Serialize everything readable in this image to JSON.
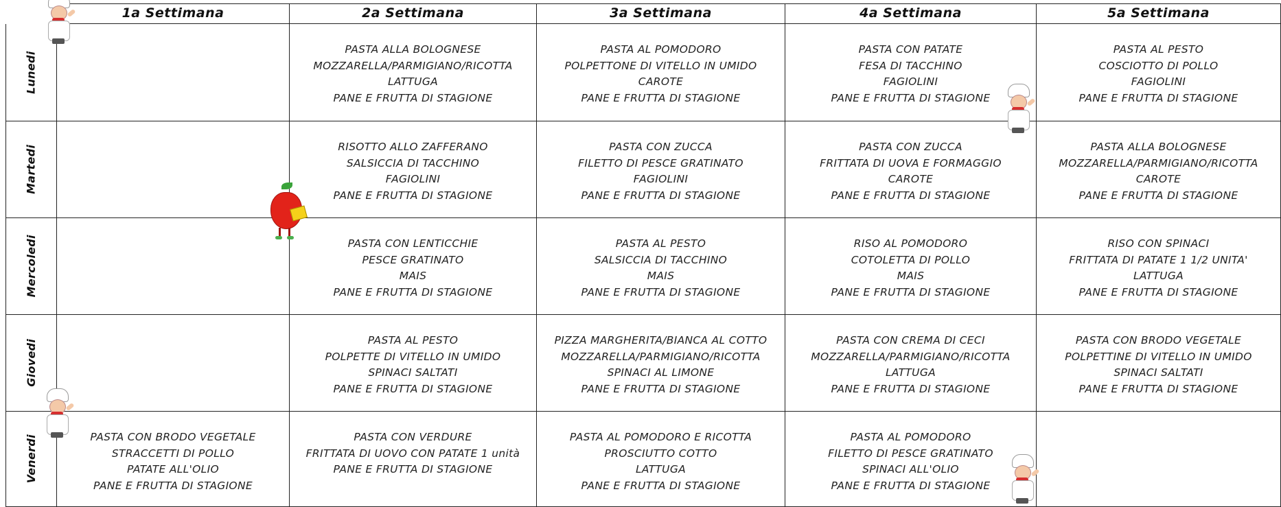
{
  "header": {
    "weeks": [
      "1a Settimana",
      "2a Settimana",
      "3a Settimana",
      "4a Settimana",
      "5a Settimana"
    ]
  },
  "days": [
    {
      "label": "Lunedi",
      "meals": [
        [],
        [
          "PASTA ALLA BOLOGNESE",
          "MOZZARELLA/PARMIGIANO/RICOTTA",
          "LATTUGA",
          "PANE E FRUTTA DI STAGIONE"
        ],
        [
          "PASTA AL POMODORO",
          "POLPETTONE DI VITELLO IN UMIDO",
          "CAROTE",
          "PANE E FRUTTA DI STAGIONE"
        ],
        [
          "PASTA CON PATATE",
          "FESA DI TACCHINO",
          "FAGIOLINI",
          "PANE E FRUTTA DI STAGIONE"
        ],
        [
          "PASTA AL PESTO",
          "COSCIOTTO DI POLLO",
          "FAGIOLINI",
          "PANE E FRUTTA DI STAGIONE"
        ]
      ]
    },
    {
      "label": "Martedi",
      "meals": [
        [],
        [
          "RISOTTO ALLO ZAFFERANO",
          "SALSICCIA DI TACCHINO",
          "FAGIOLINI",
          "PANE E FRUTTA DI STAGIONE"
        ],
        [
          "PASTA CON ZUCCA",
          "FILETTO DI PESCE GRATINATO",
          "FAGIOLINI",
          "PANE E FRUTTA DI STAGIONE"
        ],
        [
          "PASTA CON ZUCCA",
          "FRITTATA DI UOVA E FORMAGGIO",
          "CAROTE",
          "PANE E FRUTTA DI STAGIONE"
        ],
        [
          "PASTA ALLA BOLOGNESE",
          "MOZZARELLA/PARMIGIANO/RICOTTA",
          "CAROTE",
          "PANE E FRUTTA DI STAGIONE"
        ]
      ]
    },
    {
      "label": "Mercoledi",
      "meals": [
        [],
        [
          "PASTA CON LENTICCHIE",
          "PESCE GRATINATO",
          "MAIS",
          "PANE E FRUTTA DI STAGIONE"
        ],
        [
          "PASTA AL PESTO",
          "SALSICCIA DI TACCHINO",
          "MAIS",
          "PANE E FRUTTA DI STAGIONE"
        ],
        [
          "RISO AL POMODORO",
          "COTOLETTA DI POLLO",
          "MAIS",
          "PANE E FRUTTA DI STAGIONE"
        ],
        [
          "RISO CON SPINACI",
          "FRITTATA DI PATATE 1 1/2 UNITA'",
          "LATTUGA",
          "PANE E FRUTTA DI STAGIONE"
        ]
      ]
    },
    {
      "label": "Giovedi",
      "meals": [
        [],
        [
          "PASTA AL PESTO",
          "POLPETTE DI VITELLO IN UMIDO",
          "SPINACI SALTATI",
          "PANE E FRUTTA DI STAGIONE"
        ],
        [
          "PIZZA MARGHERITA/BIANCA AL COTTO",
          "MOZZARELLA/PARMIGIANO/RICOTTA",
          "SPINACI AL LIMONE",
          "PANE E FRUTTA DI STAGIONE"
        ],
        [
          "PASTA CON CREMA DI CECI",
          "MOZZARELLA/PARMIGIANO/RICOTTA",
          "LATTUGA",
          "PANE E FRUTTA DI STAGIONE"
        ],
        [
          "PASTA CON BRODO VEGETALE",
          "POLPETTINE DI VITELLO IN UMIDO",
          "SPINACI SALTATI",
          "PANE E FRUTTA DI STAGIONE"
        ]
      ]
    },
    {
      "label": "Venerdi",
      "meals": [
        [
          "PASTA CON BRODO VEGETALE",
          "STRACCETTI DI POLLO",
          "PATATE ALL'OLIO",
          "PANE E FRUTTA DI STAGIONE"
        ],
        [
          "PASTA CON VERDURE",
          "FRITTATA DI UOVO CON PATATE 1 unità",
          "PANE E FRUTTA DI STAGIONE"
        ],
        [
          "PASTA AL POMODORO E RICOTTA",
          "PROSCIUTTO COTTO",
          "LATTUGA",
          "PANE E FRUTTA DI STAGIONE"
        ],
        [
          "PASTA AL POMODORO",
          "FILETTO DI PESCE GRATINATO",
          "SPINACI ALL'OLIO",
          "PANE E FRUTTA DI STAGIONE"
        ],
        []
      ]
    }
  ],
  "decorations": {
    "chef_icon": "chef-icon",
    "apple_icon": "apple-reading-icon",
    "colors": {
      "apple": "#e2231a",
      "leaf": "#3aa33a",
      "book": "#f5d11a",
      "scarf": "#d62f2f"
    }
  }
}
